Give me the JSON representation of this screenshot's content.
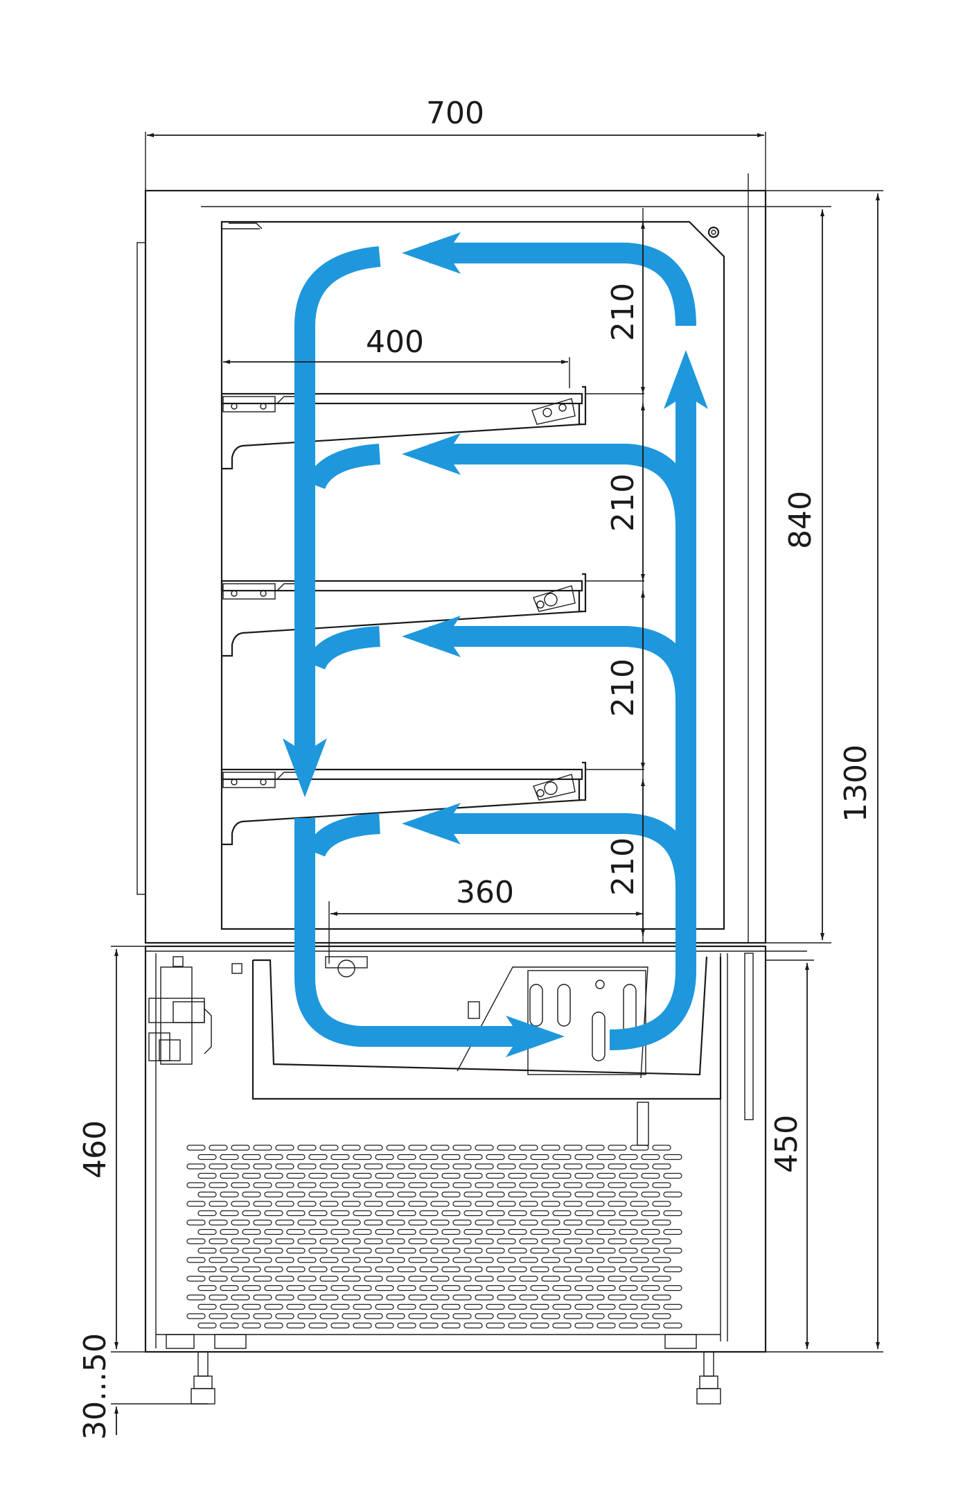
{
  "dimensions": {
    "width_top": "700",
    "shelf_depth": "400",
    "bottom_depth": "360",
    "shelf_gap_1": "210",
    "shelf_gap_2": "210",
    "shelf_gap_3": "210",
    "shelf_gap_4": "210",
    "display_height": "840",
    "total_height": "1300",
    "base_height_left": "460",
    "base_height_right": "450",
    "leg_range": "30...50"
  },
  "colors": {
    "airflow": "#1e97dc",
    "lines": "#1a1a1a"
  }
}
